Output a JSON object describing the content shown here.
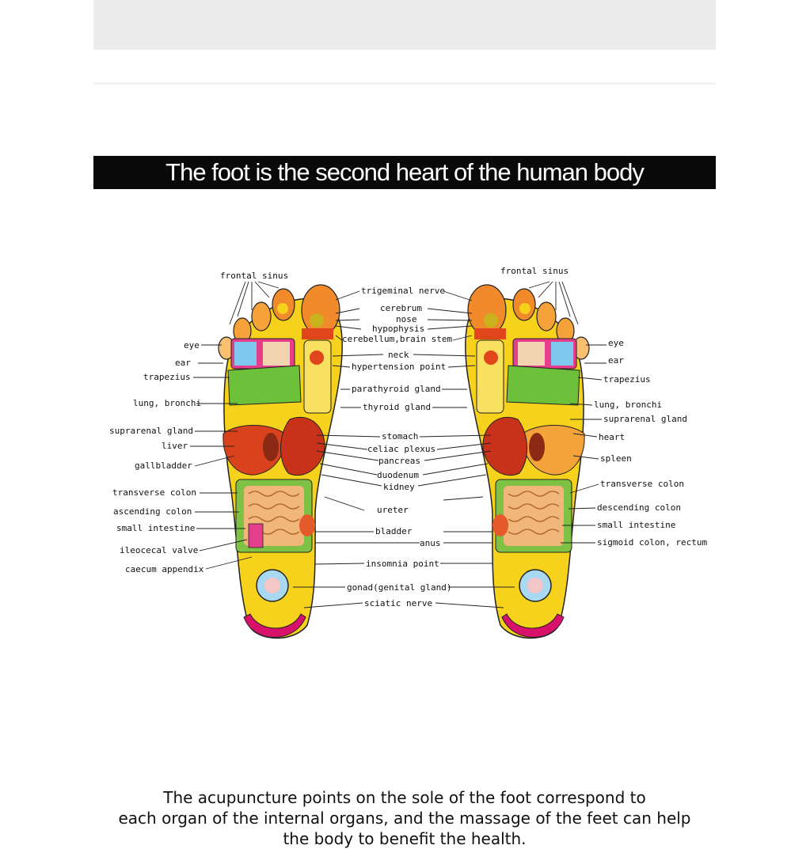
{
  "title": "The foot is the second heart of the human body",
  "left_foot_labels": {
    "frontal_sinus": "frontal sinus",
    "eye": "eye",
    "ear": "ear",
    "trapezius": "trapezius",
    "lung_bronchi": "lung, bronchi",
    "suprarenal_gland": "suprarenal gland",
    "liver": "liver",
    "gallbladder": "gallbladder",
    "transverse_colon": "transverse colon",
    "ascending_colon": "ascending colon",
    "small_intestine": "small intestine",
    "ileocecal_valve": "ileocecal valve",
    "caecum_appendix": "caecum appendix"
  },
  "center_labels": {
    "trigeminal_nerve": "trigeminal nerve",
    "cerebrum": "cerebrum",
    "nose": "nose",
    "hypophysis": "hypophysis",
    "cerebellum_brain_stem": "cerebellum,brain stem",
    "neck": "neck",
    "hypertension_point": "hypertension point",
    "parathyroid_gland": "parathyroid gland",
    "thyroid_gland": "thyroid gland",
    "stomach": "stomach",
    "celiac_plexus": "celiac plexus",
    "pancreas": "pancreas",
    "duodenum": "duodenum",
    "kidney": "kidney",
    "ureter": "ureter",
    "bladder": "bladder",
    "anus": "anus",
    "insomnia_point": "insomnia point",
    "gonad": "gonad(genital gland)",
    "sciatic_nerve": "sciatic nerve"
  },
  "right_foot_labels": {
    "frontal_sinus": "frontal sinus",
    "eye": "eye",
    "ear": "ear",
    "trapezius": "trapezius",
    "lung_bronchi": "lung, bronchi",
    "suprarenal_gland": "suprarenal gland",
    "heart": "heart",
    "spleen": "spleen",
    "transverse_colon": "transverse colon",
    "descending_colon": "descending colon",
    "small_intestine": "small intestine",
    "sigmoid_colon_rectum": "sigmoid colon, rectum"
  },
  "caption": {
    "line1": "The acupuncture points on the sole of the foot correspond to",
    "line2": "each organ of the internal organs, and the massage of the feet can help",
    "line3": "the body to benefit the health."
  },
  "colors": {
    "title_bar": "#0a0a0a",
    "title_text": "#ffffff",
    "toe_orange": "#f08a2a",
    "lung_green": "#6cc03a",
    "liver_red": "#d9421c",
    "sole_yellow": "#f6d21c",
    "heel_magenta": "#d8126a",
    "heel_pad_blue": "#a9d8f2",
    "intestine_tan": "#f1b67a"
  }
}
